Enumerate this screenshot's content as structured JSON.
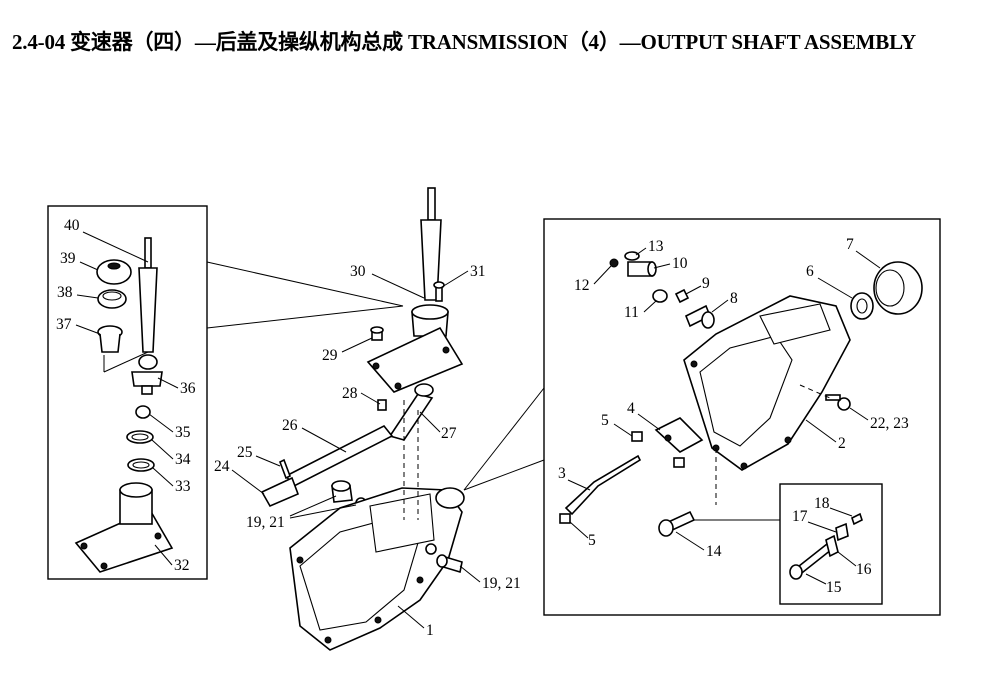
{
  "header": {
    "title": "2.4-04 变速器（四）—后盖及操纵机构总成 TRANSMISSION（4）—OUTPUT SHAFT ASSEMBLY"
  },
  "callouts": {
    "p1": "1",
    "p2": "2",
    "p3": "3",
    "p4": "4",
    "p5a": "5",
    "p5b": "5",
    "p6": "6",
    "p7": "7",
    "p8": "8",
    "p9": "9",
    "p10": "10",
    "p11": "11",
    "p12": "12",
    "p13": "13",
    "p14": "14",
    "p15": "15",
    "p16": "16",
    "p17": "17",
    "p18": "18",
    "p22_23": "22, 23",
    "p24": "24",
    "p25": "25",
    "p26": "26",
    "p27": "27",
    "p28": "28",
    "p29": "29",
    "p30": "30",
    "p31": "31",
    "p32": "32",
    "p33": "33",
    "p34": "34",
    "p35": "35",
    "p36": "36",
    "p37": "37",
    "p38": "38",
    "p39": "39",
    "p40": "40",
    "p19_21a": "19, 21",
    "p19_21b": "19, 21"
  }
}
